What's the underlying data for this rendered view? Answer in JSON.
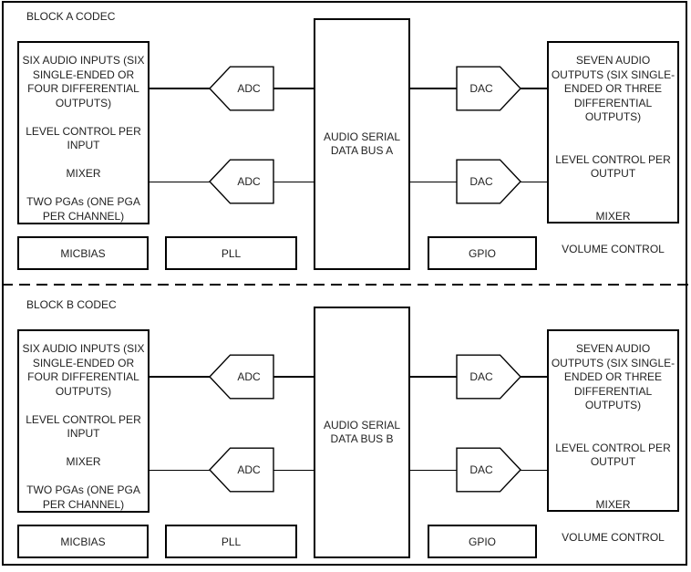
{
  "colors": {
    "background": "#ffffff",
    "line": "#000000",
    "text": "#222222"
  },
  "blocks": [
    {
      "title": "BLOCK A CODEC",
      "inputs_text": "SIX AUDIO INPUTS (SIX\nSINGLE-ENDED OR\nFOUR DIFFERENTIAL\nOUTPUTS)\n\nLEVEL CONTROL PER\nINPUT\n\nMIXER\n\nTWO PGAs (ONE PGA\nPER CHANNEL)",
      "adc_top_label": "ADC",
      "adc_bottom_label": "ADC",
      "bus_text": "AUDIO SERIAL\nDATA BUS A",
      "dac_top_label": "DAC",
      "dac_bottom_label": "DAC",
      "outputs_text": "SEVEN AUDIO\nOUTPUTS (SIX SINGLE-\nENDED OR THREE\nDIFFERENTIAL\nOUTPUTS)\n\n\nLEVEL CONTROL PER\nOUTPUT\n\n\nMIXER",
      "micbias_label": "MICBIAS",
      "pll_label": "PLL",
      "gpio_label": "GPIO",
      "volume_label": "VOLUME CONTROL"
    },
    {
      "title": "BLOCK B CODEC",
      "inputs_text": "SIX AUDIO INPUTS (SIX\nSINGLE-ENDED OR\nFOUR DIFFERENTIAL\nOUTPUTS)\n\nLEVEL CONTROL PER\nINPUT\n\nMIXER\n\nTWO PGAs (ONE PGA\nPER CHANNEL)",
      "adc_top_label": "ADC",
      "adc_bottom_label": "ADC",
      "bus_text": "AUDIO SERIAL\nDATA BUS B",
      "dac_top_label": "DAC",
      "dac_bottom_label": "DAC",
      "outputs_text": "SEVEN AUDIO\nOUTPUTS (SIX SINGLE-\nENDED OR THREE\nDIFFERENTIAL\nOUTPUTS)\n\n\nLEVEL CONTROL PER\nOUTPUT\n\n\nMIXER",
      "micbias_label": "MICBIAS",
      "pll_label": "PLL",
      "gpio_label": "GPIO",
      "volume_label": "VOLUME CONTROL"
    }
  ]
}
